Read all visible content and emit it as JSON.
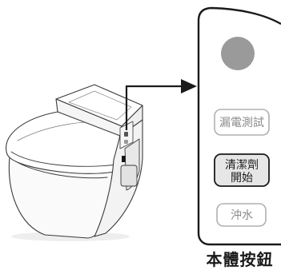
{
  "panel": {
    "buttons": {
      "leak_test": "漏電測試",
      "cleaner_start_line1": "清潔劑",
      "cleaner_start_line2": "開始",
      "flush": "沖水"
    }
  },
  "caption": "本體按鈕",
  "colors": {
    "line": "#1a1a1a",
    "round_button": "#9a9a9a",
    "light_button_border": "#b0b0b0",
    "light_button_text": "#8a8a8a",
    "active_button_fill": "#e6e6e6",
    "active_button_text": "#1a1a1a"
  }
}
